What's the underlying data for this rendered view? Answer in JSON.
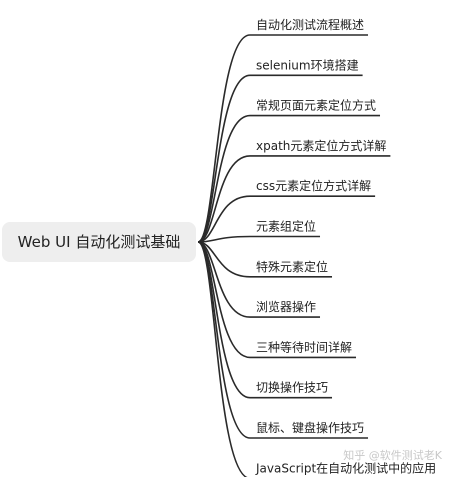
{
  "mindmap": {
    "root": "Web UI 自动化测试基础",
    "branches": [
      "自动化测试流程概述",
      "selenium环境搭建",
      "常规页面元素定位方式",
      "xpath元素定位方式详解",
      "css元素定位方式详解",
      "元素组定位",
      "特殊元素定位",
      "浏览器操作",
      "三种等待时间详解",
      "切换操作技巧",
      "鼠标、键盘操作技巧",
      "JavaScript在自动化测试中的应用"
    ]
  },
  "watermark": "知乎 @软件测试老K",
  "colors": {
    "line": "#2a2a2a",
    "root_bg": "#eeeeee",
    "text": "#222222"
  }
}
